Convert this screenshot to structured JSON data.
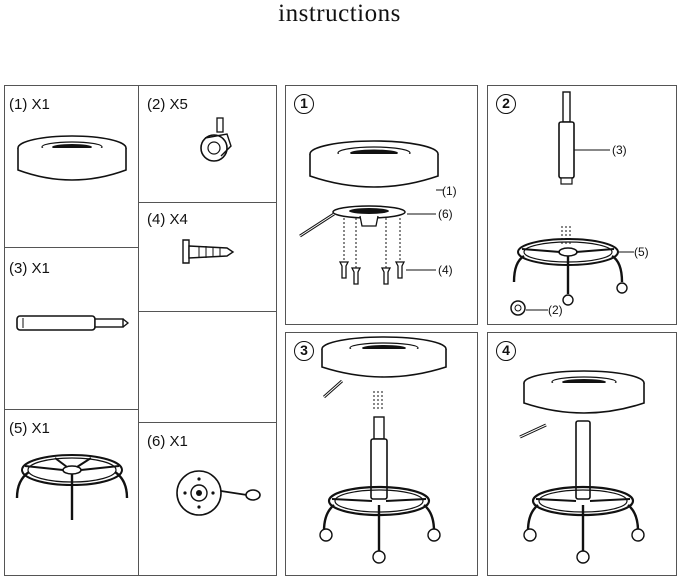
{
  "title": "instructions",
  "parts": [
    {
      "label": "(1) X1"
    },
    {
      "label": "(2) X5"
    },
    {
      "label": "(4) X4"
    },
    {
      "label": "(3) X1"
    },
    {
      "label": "(5) X1"
    },
    {
      "label": "(6) X1"
    }
  ],
  "steps": [
    {
      "number": "1",
      "callouts": [
        "(1)",
        "(6)",
        "(4)"
      ]
    },
    {
      "number": "2",
      "callouts": [
        "(3)",
        "(5)",
        "(2)"
      ]
    },
    {
      "number": "3"
    },
    {
      "number": "4"
    }
  ]
}
